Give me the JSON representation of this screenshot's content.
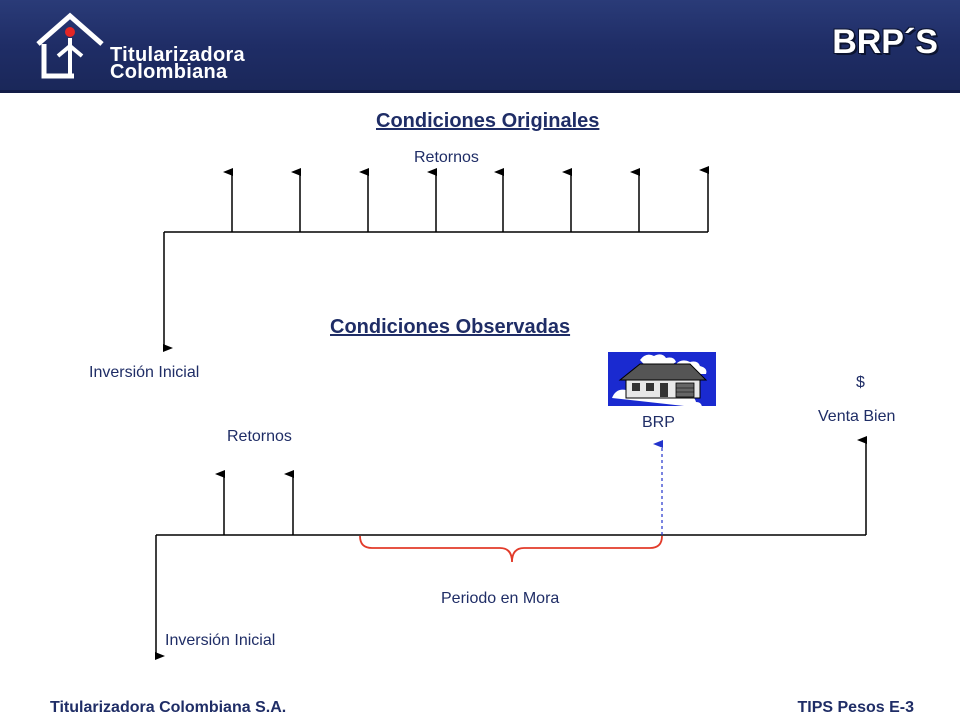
{
  "header": {
    "company_line1": "Titularizadora",
    "company_line2": "Colombiana",
    "title": "BRP´S"
  },
  "original": {
    "title": "Condiciones Originales",
    "returns_label": "Retornos",
    "investment_label": "Inversión Inicial"
  },
  "observed": {
    "title": "Condiciones Observadas",
    "returns_label": "Retornos",
    "investment_label": "Inversión Inicial",
    "brp_label": "BRP",
    "dollar_label": "$",
    "sale_label": "Venta Bien",
    "mora_label": "Periodo en Mora"
  },
  "footer": {
    "left": "Titularizadora Colombiana S.A.",
    "right": "TIPS Pesos E-3"
  },
  "colors": {
    "header": "#1f2d66",
    "text": "#1f2d66",
    "brace": "#e23b2a",
    "dashed_arrow": "#2233cc",
    "brp_image_bg": "#1a2ad0"
  }
}
